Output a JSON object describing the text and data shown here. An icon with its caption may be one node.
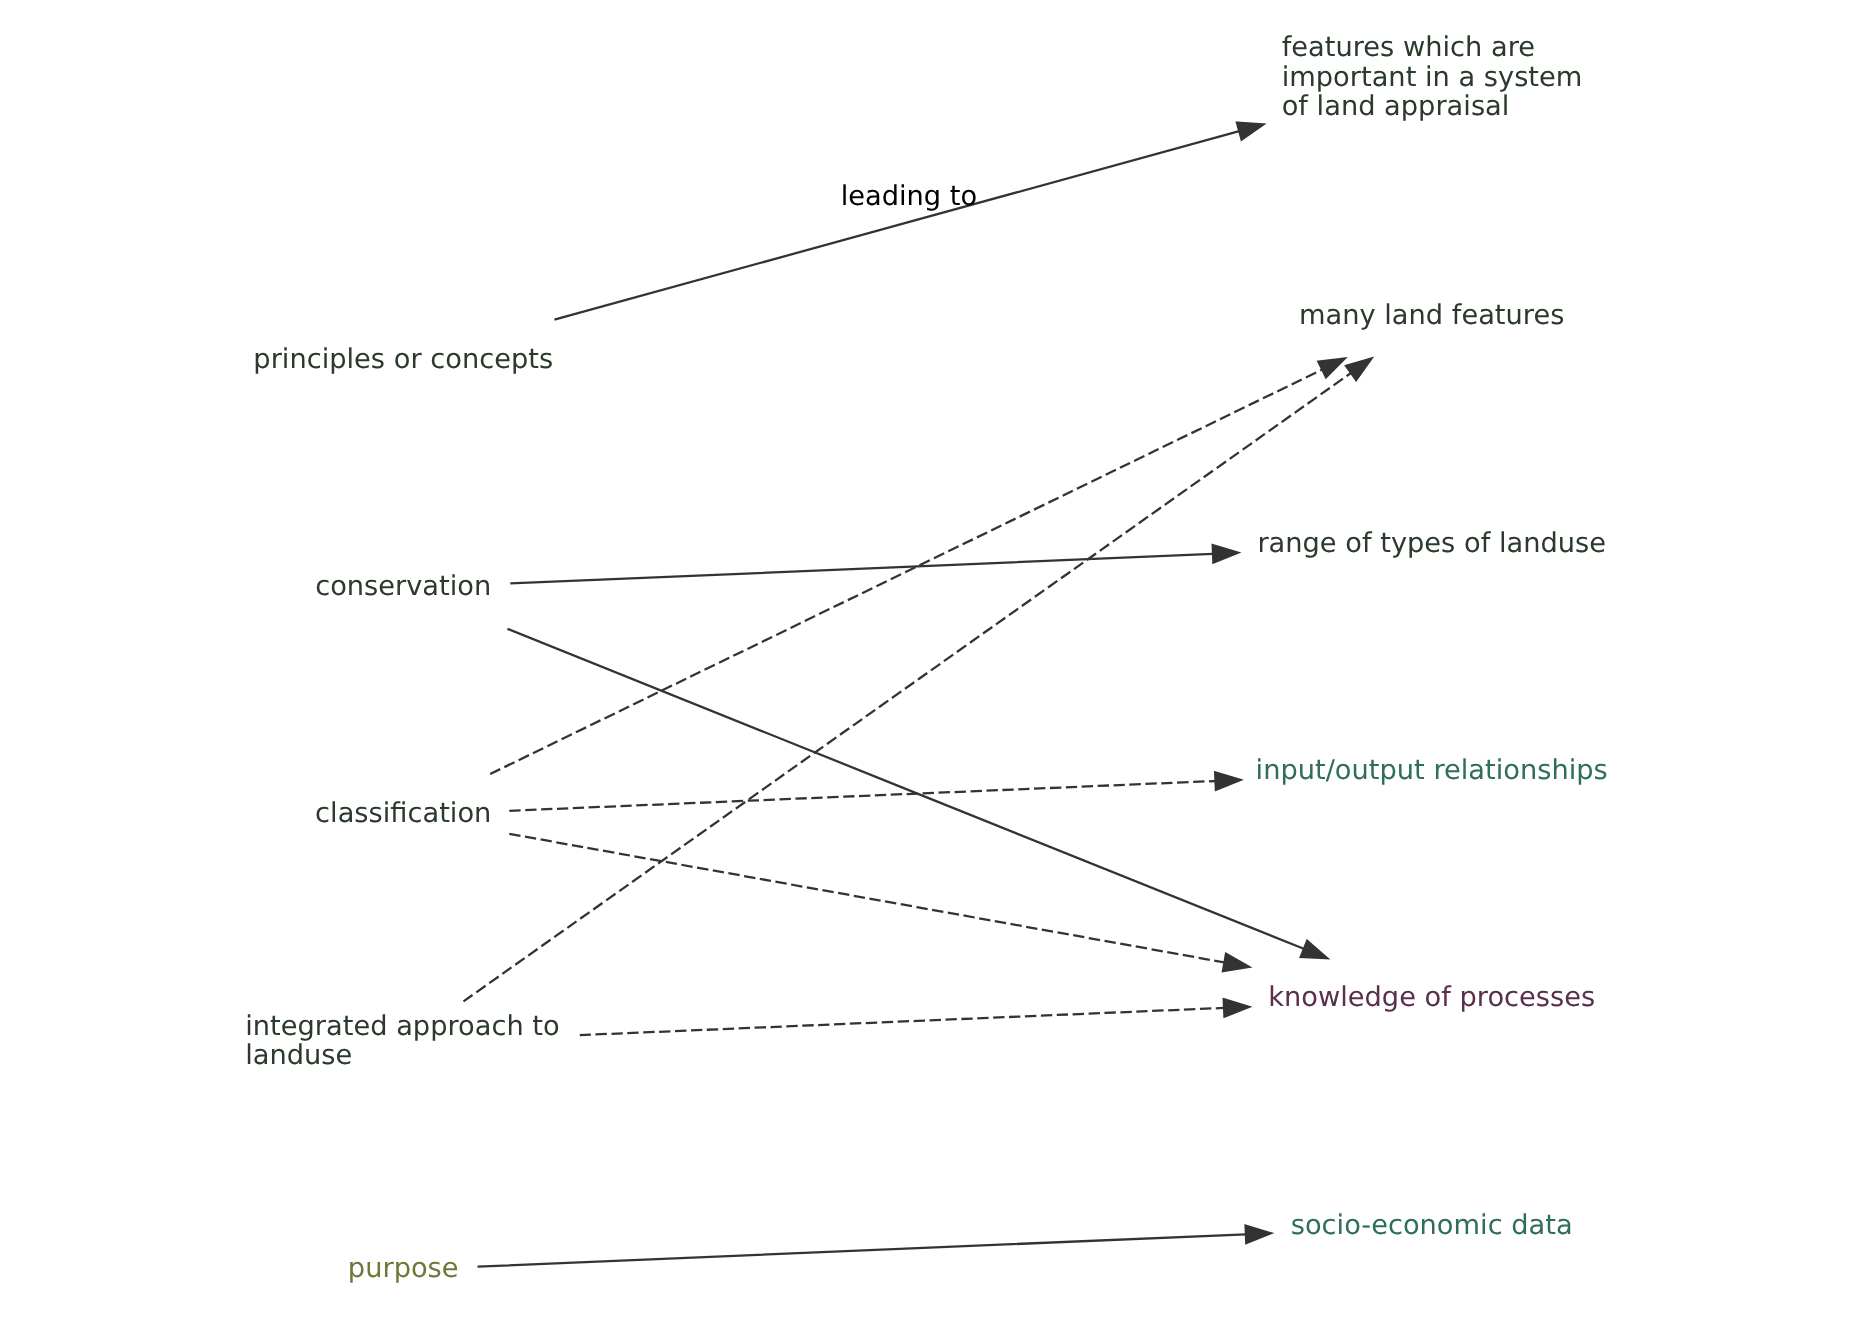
{
  "diagram": {
    "nodes": [
      {
        "text": [
          "principles or concepts"
        ]
      },
      {
        "text": [
          "features which are important in a system of land appraisal"
        ]
      },
      {
        "text": [
          "conservation"
        ]
      },
      {
        "text": [
          "classification"
        ]
      },
      {
        "text": [
          "integrated approach to landuse"
        ]
      },
      {
        "text": [
          "purpose"
        ]
      },
      {
        "text": [
          "many land features"
        ]
      },
      {
        "text": [
          "range of types of landuse"
        ]
      },
      {
        "text": [
          "input/output relationships"
        ]
      },
      {
        "text": [
          "knowledge of processes"
        ]
      },
      {
        "text": [
          "socio-economic data"
        ]
      }
    ],
    "edges": [
      {
        "from": 0,
        "to": 1,
        "arrow": "to",
        "label": "leading to"
      },
      {
        "from": 2,
        "to": 7,
        "arrow": "to"
      },
      {
        "from": 2,
        "to": 9,
        "arrow": "to"
      },
      {
        "from": 3,
        "to": 6,
        "arrow": "to",
        "style": "dashed"
      },
      {
        "from": 3,
        "to": 8,
        "arrow": "to",
        "style": "dashed"
      },
      {
        "from": 3,
        "to": 9,
        "arrow": "to",
        "style": "dashed"
      },
      {
        "from": 4,
        "to": 6,
        "arrow": "to",
        "style": "dashed"
      },
      {
        "from": 4,
        "to": 9,
        "arrow": "to",
        "style": "dashed"
      },
      {
        "from": 5,
        "to": 10,
        "arrow": "to"
      }
    ]
  }
}
